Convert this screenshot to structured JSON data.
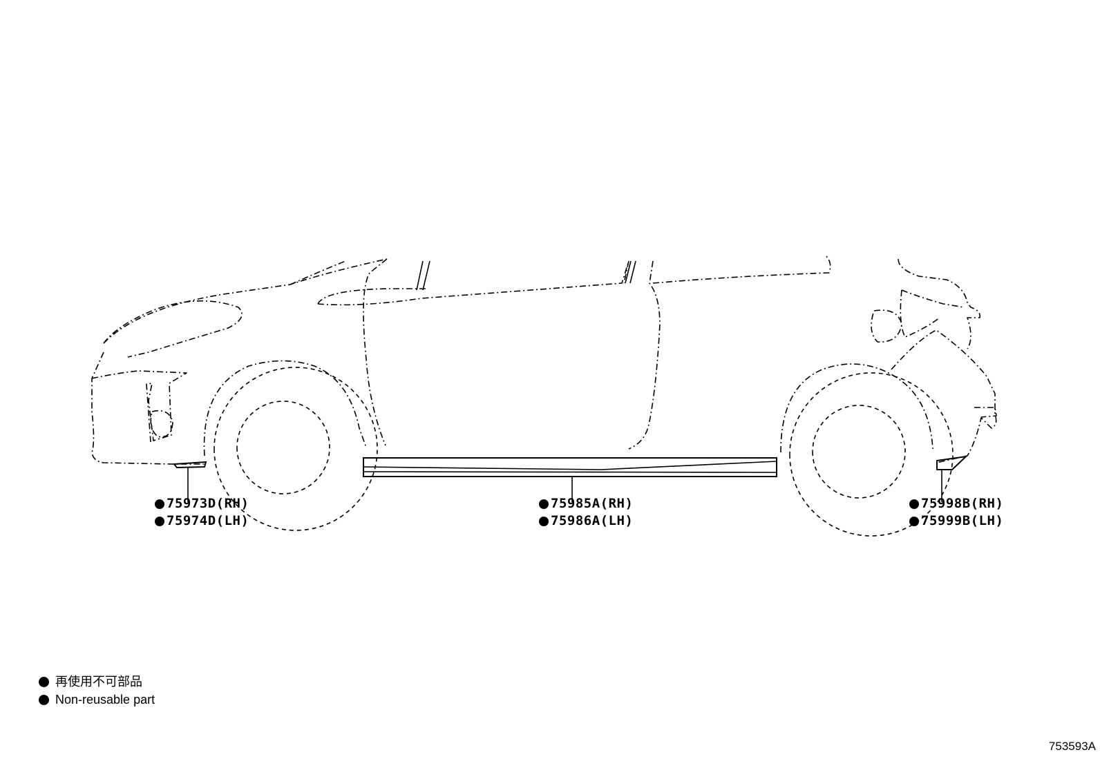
{
  "callouts": {
    "front": {
      "rh": "75973D(RH)",
      "lh": "75974D(LH)"
    },
    "sill": {
      "rh": "75985A(RH)",
      "lh": "75986A(LH)"
    },
    "rear": {
      "rh": "75998B(RH)",
      "lh": "75999B(LH)"
    }
  },
  "legend": {
    "japanese": "再使用不可部品",
    "english": "Non-reusable part",
    "marker_icon": "filled-circle-icon"
  },
  "figure_id": "753593A",
  "colors": {
    "ink": "#000000",
    "background": "#ffffff"
  }
}
